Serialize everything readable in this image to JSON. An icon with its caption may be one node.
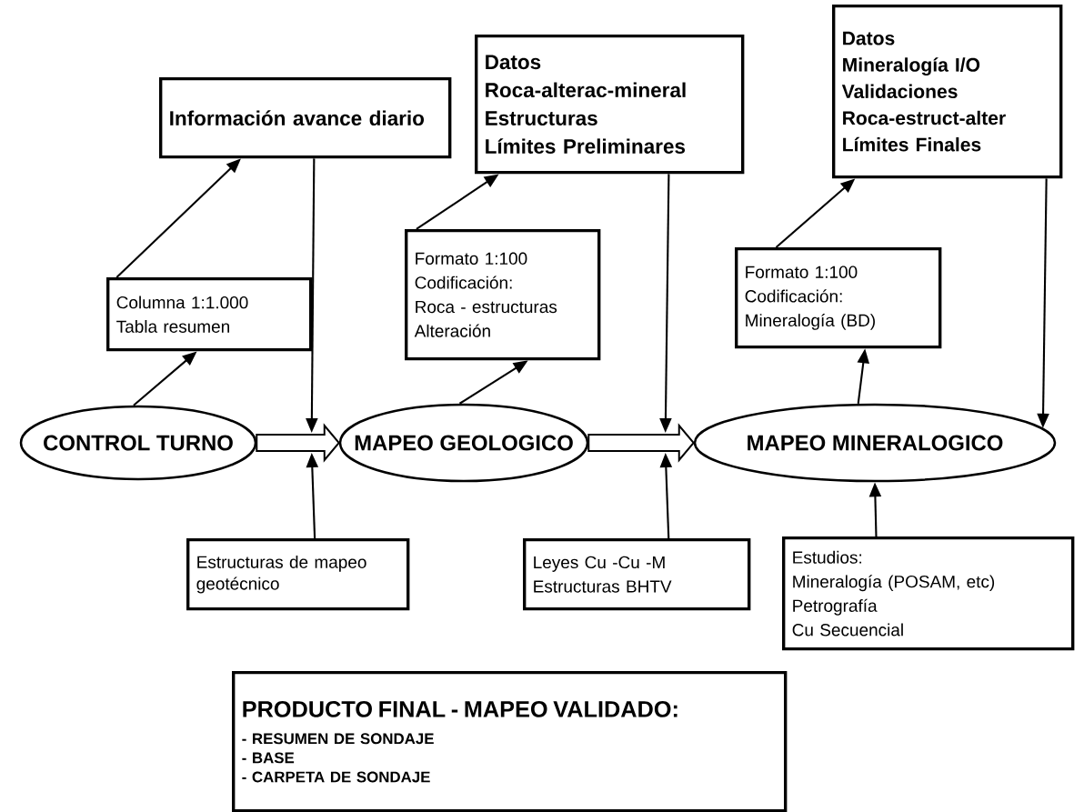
{
  "diagram": {
    "nodes": [
      {
        "text": [
          "CONTROL TURNO"
        ]
      },
      {
        "text": [
          "MAPEO GEOLOGICO"
        ]
      },
      {
        "text": [
          "MAPEO MINERALOGICO"
        ]
      },
      {
        "text": [
          "Información avance diario"
        ]
      },
      {
        "text": [
          "Columna 1:1.000",
          "Tabla resumen"
        ]
      },
      {
        "text": [
          "Estructuras de mapeo geotécnico"
        ]
      },
      {
        "text": [
          "Datos",
          "Roca-alterac-mineral",
          "Estructuras",
          "Límites Preliminares"
        ]
      },
      {
        "text": [
          "Formato 1:100",
          "Codificación:",
          "Roca - estructuras",
          "Alteración"
        ]
      },
      {
        "text": [
          "Leyes Cu -Cu -M",
          "Estructuras BHTV"
        ]
      },
      {
        "text": [
          "Datos",
          "Mineralogía I/O",
          "Validaciones",
          "Roca-estruct-alter",
          "Límites Finales"
        ]
      },
      {
        "text": [
          "Formato 1:100",
          "Codificación:",
          "Mineralogía (BD)"
        ]
      },
      {
        "text": [
          "Estudios:",
          "Mineralogía (POSAM, etc)",
          "Petrografía",
          "Cu Secuencial"
        ]
      },
      {
        "text": [
          "PRODUCTO FINAL - MAPEO VALIDADO:",
          "- RESUMEN DE SONDAJE",
          "- BASE",
          "- CARPETA DE SONDAJE"
        ]
      }
    ],
    "edges": [
      {
        "from": 0,
        "to": 4,
        "arrow": "to"
      },
      {
        "from": 4,
        "to": 3,
        "arrow": "to"
      },
      {
        "from": 3,
        "to": 1,
        "arrow": "to"
      },
      {
        "from": 5,
        "to": 1,
        "arrow": "to"
      },
      {
        "from": 0,
        "to": 1,
        "arrow": "to",
        "style": "thick"
      },
      {
        "from": 1,
        "to": 7,
        "arrow": "to"
      },
      {
        "from": 7,
        "to": 6,
        "arrow": "to"
      },
      {
        "from": 6,
        "to": 2,
        "arrow": "to"
      },
      {
        "from": 8,
        "to": 2,
        "arrow": "to"
      },
      {
        "from": 1,
        "to": 2,
        "arrow": "to",
        "style": "thick"
      },
      {
        "from": 2,
        "to": 10,
        "arrow": "to"
      },
      {
        "from": 10,
        "to": 9,
        "arrow": "to"
      },
      {
        "from": 9,
        "to": 2,
        "arrow": "to"
      },
      {
        "from": 11,
        "to": 2,
        "arrow": "to"
      }
    ]
  }
}
